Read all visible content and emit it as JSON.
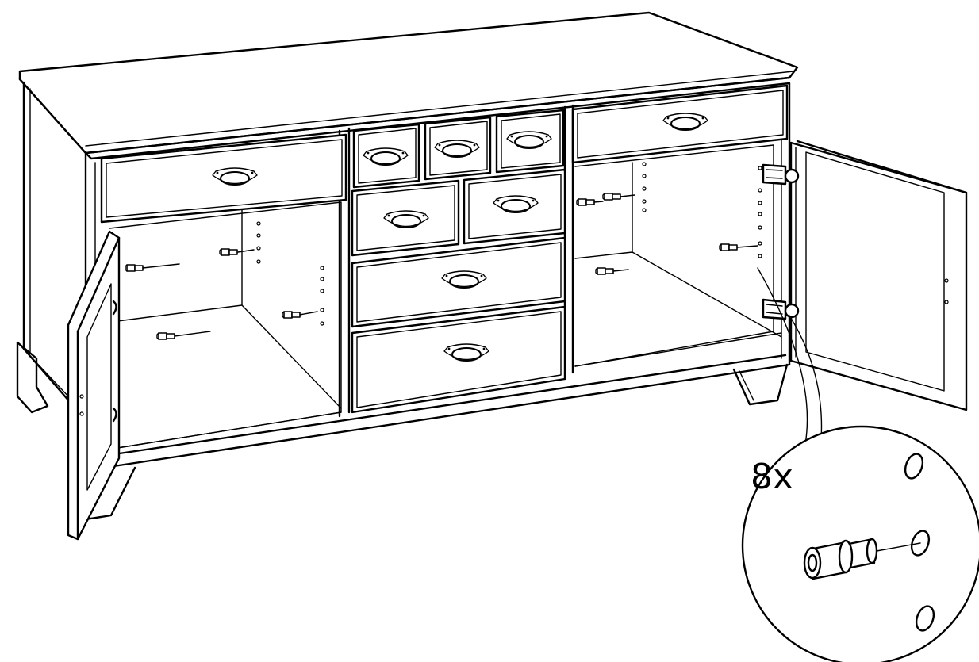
{
  "diagram": {
    "quantity_label": "8x",
    "icons": {
      "cabinet": "sideboard-illustration",
      "door": "cabinet-door",
      "handle": "cup-handle",
      "peg": "shelf-support-peg",
      "hinge": "door-hinge",
      "detail": "magnified-detail-circle"
    },
    "counts": {
      "drawers": 9,
      "doors": 2,
      "shelf_pegs": 8
    },
    "colors": {
      "line": "#000000",
      "background": "#ffffff"
    }
  }
}
